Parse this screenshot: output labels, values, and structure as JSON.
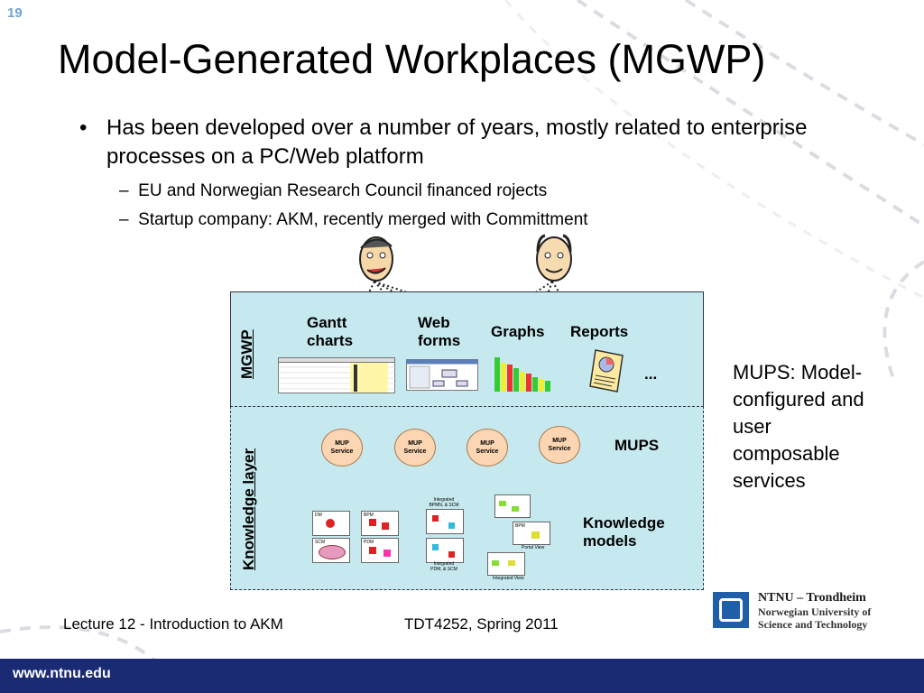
{
  "slide_number": "19",
  "title": "Model-Generated Workplaces (MGWP)",
  "bullets": {
    "main": "Has been developed over a number of years, mostly related to enterprise processes on a PC/Web platform",
    "sub": [
      "EU and Norwegian Research Council financed rojects",
      "Startup company: AKM, recently merged with Committment"
    ]
  },
  "diagram": {
    "mgwp_label": "MGWP",
    "knowledge_layer_label": "Knowledge layer",
    "workplace_items": {
      "gantt": [
        "Gantt",
        "charts"
      ],
      "web": [
        "Web",
        "forms"
      ],
      "graphs": "Graphs",
      "reports": "Reports",
      "more": "..."
    },
    "mups_label": "MUPS",
    "mup_service": [
      "MUP",
      "Service"
    ],
    "knowledge_models_label": [
      "Knowledge",
      "models"
    ],
    "model_thumbnails": {
      "dm": "DM",
      "bpm": "BPM",
      "scm": "SCM",
      "pdm": "PDM",
      "integrated_top": [
        "Integrated",
        "BPMN, & SCM"
      ],
      "integrated_bottom": [
        "Integrated",
        "PDM, & SCM"
      ],
      "bpm_right": "BPM",
      "portal_view": "Portal View",
      "integrated_view": "Integrated View"
    }
  },
  "side_note": "MUPS: Model-configured and user composable services",
  "footer": {
    "lecture": "Lecture 12 - Introduction to AKM",
    "course": "TDT4252, Spring 2011",
    "url": "www.ntnu.edu"
  },
  "logo": {
    "line1": "NTNU – Trondheim",
    "line2": "Norwegian University of",
    "line3": "Science and Technology"
  },
  "colors": {
    "panel": "#c5e9ee",
    "mup_fill": "#fcd5b2",
    "footer_bar": "#1b2b73",
    "logo_blue": "#1f5fa8"
  }
}
